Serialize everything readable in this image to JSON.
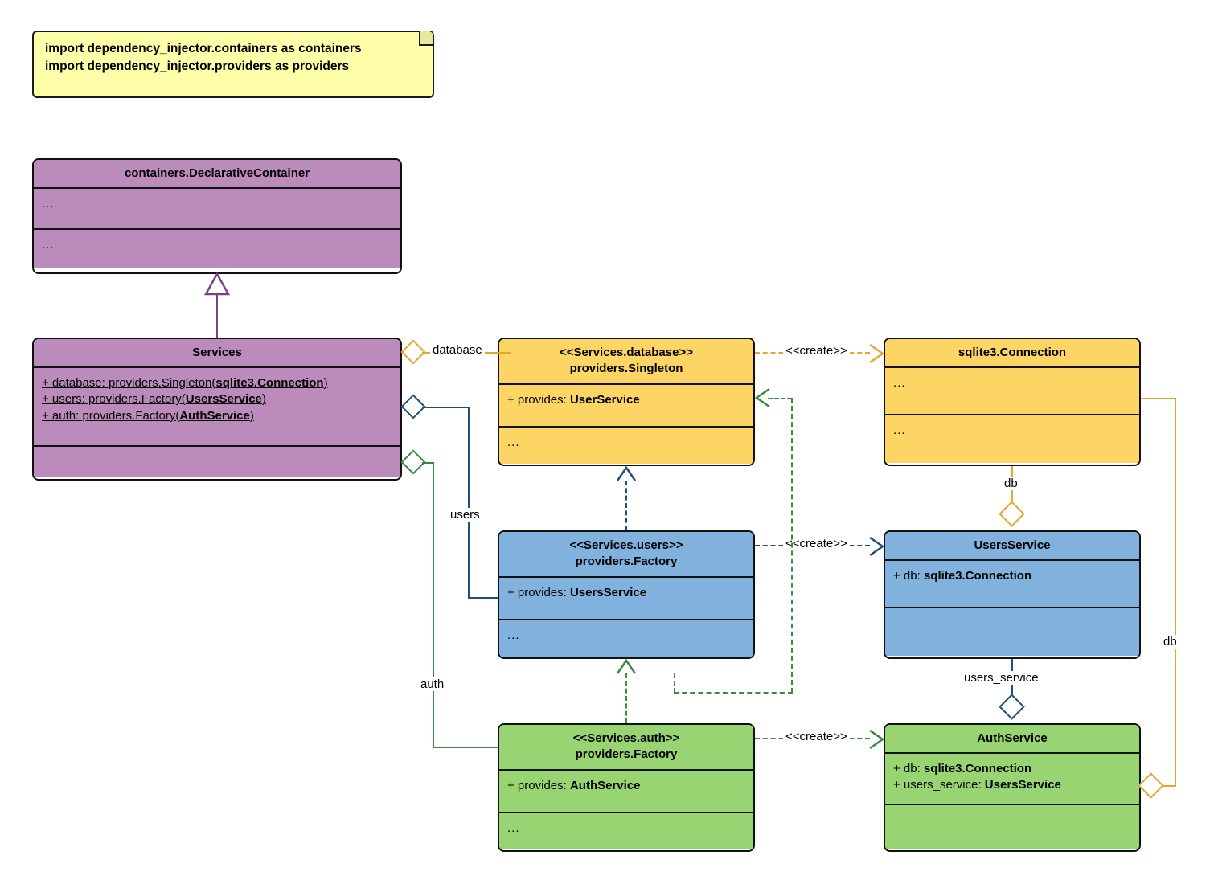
{
  "diagram": {
    "title": "Dependency Injector containers UML class diagram",
    "colors": {
      "note_fill": "#ffffaa",
      "purple": "#bb8bbb",
      "yellow": "#fcd565",
      "blue": "#81b1dd",
      "green": "#98d471",
      "purple_edge": "#7a3f86",
      "orange_edge": "#e0a82e",
      "blue_edge": "#1f4e79",
      "green_edge": "#3c8a3c"
    }
  },
  "note": {
    "line1": "import dependency_injector.containers as containers",
    "line2": "import dependency_injector.providers as providers"
  },
  "classes": {
    "declarative_container": {
      "name": "containers.DeclarativeContainer",
      "compartment1": "...",
      "compartment2": "..."
    },
    "services": {
      "name": "Services",
      "attributes": [
        {
          "prefix": "+ database: providers.Singleton(",
          "type": "sqlite3.Connection",
          "suffix": ")"
        },
        {
          "prefix": "+ users: providers.Factory(",
          "type": "UsersService",
          "suffix": ")"
        },
        {
          "prefix": "+ auth: providers.Factory(",
          "type": "AuthService",
          "suffix": ")"
        }
      ],
      "compartment2": ""
    },
    "services_database": {
      "stereotype": "<<Services.database>>",
      "name": "providers.Singleton",
      "attribute_prefix": "+ provides: ",
      "attribute_type": "UserService",
      "compartment2": "..."
    },
    "services_users": {
      "stereotype": "<<Services.users>>",
      "name": "providers.Factory",
      "attribute_prefix": "+ provides: ",
      "attribute_type": "UsersService",
      "compartment2": "..."
    },
    "services_auth": {
      "stereotype": "<<Services.auth>>",
      "name": "providers.Factory",
      "attribute_prefix": "+ provides: ",
      "attribute_type": "AuthService",
      "compartment2": "..."
    },
    "sqlite3_connection": {
      "name": "sqlite3.Connection",
      "compartment1": "...",
      "compartment2": "..."
    },
    "users_service": {
      "name": "UsersService",
      "attributes": [
        {
          "prefix": "+ db: ",
          "type": "sqlite3.Connection"
        }
      ],
      "compartment2": ""
    },
    "auth_service": {
      "name": "AuthService",
      "attributes": [
        {
          "prefix": "+ db: ",
          "type": "sqlite3.Connection"
        },
        {
          "prefix": "+ users_service: ",
          "type": "UsersService"
        }
      ],
      "compartment2": ""
    }
  },
  "edge_labels": {
    "database": "database",
    "users": "users",
    "auth": "auth",
    "create_database": "<<create>>",
    "create_users": "<<create>>",
    "create_auth": "<<create>>",
    "db_users_service": "db",
    "db_auth_service": "db",
    "users_service": "users_service"
  }
}
